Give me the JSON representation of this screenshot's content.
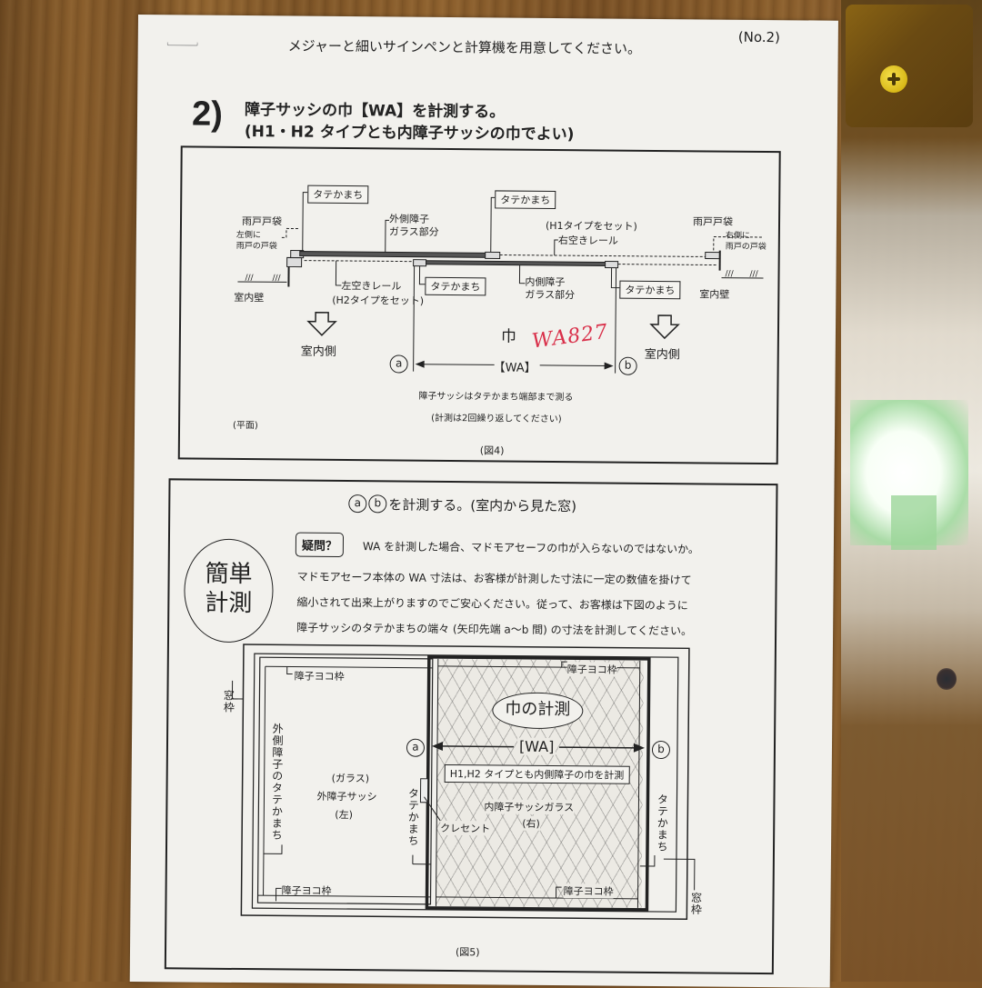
{
  "document": {
    "header_note": "メジャーと細いサインペンと計算機を用意してください。",
    "page_number": "(No.2)",
    "section": {
      "number": "2)",
      "title_line1": "障子サッシの巾【WA】を計測する。",
      "title_line2": "(H1・H2 タイプとも内障子サッシの巾でよい)"
    }
  },
  "figure4": {
    "caption": "(図4)",
    "view_label": "(平面)",
    "labels": {
      "tatekamachi_top_left": "タテかまち",
      "tatekamachi_top_right": "タテかまち",
      "tatekamachi_mid_left": "タテかまち",
      "tatekamachi_mid_right": "タテかまち",
      "amado_tobukuro_left": "雨戸戸袋",
      "amado_tobukuro_left_note": "左側に\n雨戸の戸袋",
      "amado_tobukuro_right": "雨戸戸袋",
      "amado_tobukuro_right_note": "右側に\n雨戸の戸袋",
      "outer_shoji_glass": "外側障子\nガラス部分",
      "inner_shoji_glass": "内側障子\nガラス部分",
      "left_rail": "左空きレール",
      "left_rail_note": "(H2タイプをセット)",
      "right_rail": "右空きレール",
      "right_rail_note": "(H1タイプをセット)",
      "interior_wall_left": "室内壁",
      "interior_wall_right": "室内壁",
      "interior_side_left": "室内側",
      "interior_side_right": "室内側",
      "width_label": "巾",
      "wa_label": "【WA】",
      "point_a": "a",
      "point_b": "b",
      "handwritten_value": "WA827",
      "note1": "障子サッシはタテかまち端部まで測る",
      "note2": "(計測は2回繰り返してください)"
    }
  },
  "figure5": {
    "heading": "を計測する。(室内から見た窓)",
    "point_a": "a",
    "point_b": "b",
    "badge": "簡単\n計測",
    "question_tag": "疑問？",
    "question_text": "WA を計測した場合、マドモアセーフの巾が入らないのではないか。",
    "answer_line1": "マドモアセーフ本体の WA 寸法は、お客様が計測した寸法に一定の数値を掛けて",
    "answer_line2": "縮小されて出来上がりますのでご安心ください。従って、お客様は下図のように",
    "answer_line3": "障子サッシのタテかまちの端々 (矢印先端 a～b 間) の寸法を計測してください。",
    "caption": "(図5)",
    "labels": {
      "window_frame_left": "窓枠",
      "window_frame_right": "窓枠",
      "shoji_yoko_top_left": "障子ヨコ枠",
      "shoji_yoko_bottom_left": "障子ヨコ枠",
      "shoji_yoko_top_right": "障子ヨコ枠",
      "shoji_yoko_bottom_right": "障子ヨコ枠",
      "outer_tatekamachi": "外側障子のタテかまち",
      "glass": "(ガラス)",
      "outer_sash": "外障子サッシ",
      "left": "(左)",
      "tatekamachi_center": "タテかまち",
      "tatekamachi_right": "タテかまち",
      "crescent": "クレセント",
      "measure_width": "巾の計測",
      "wa": "[WA]",
      "both_types_note": "H1,H2 タイプとも内側障子の巾を計測",
      "inner_sash_glass": "内障子サッシガラス",
      "right": "(右)"
    }
  },
  "colors": {
    "paper": "#f2f1ed",
    "ink": "#222222",
    "handwriting": "#d9304a",
    "wood": "#8a5e2c",
    "screw": "#e8cc2a"
  }
}
